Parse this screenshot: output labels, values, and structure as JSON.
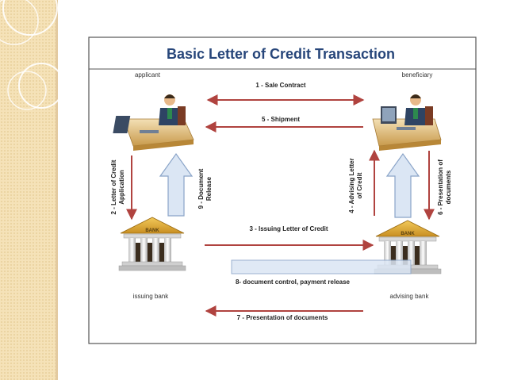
{
  "title": "Basic Letter of Credit Transaction",
  "parties": {
    "applicant": "applicant",
    "beneficiary": "beneficiary",
    "issuing_bank": "issuing bank",
    "advising_bank": "advising bank",
    "bank_sign": "BANK"
  },
  "steps": {
    "s1": "1 - Sale Contract",
    "s2a": "2 - Letter of Credit",
    "s2b": "Application",
    "s3": "3 - Issuing Letter of Credit",
    "s4a": "4 - Advising Letter",
    "s4b": "of Credit",
    "s5": "5 - Shipment",
    "s6a": "6 - Presentation of",
    "s6b": "documents",
    "s7": "7 - Presentation of documents",
    "s8": "8- document control, payment release",
    "s9a": "9 - Document",
    "s9b": "Release"
  },
  "colors": {
    "title": "#27467a",
    "arrow_red": "#b0433f",
    "arrow_blue_fill": "#dbe6f4",
    "arrow_blue_stroke": "#8aa4c8",
    "sidebar": "#f5e2b8",
    "bank_roof": "#d9a63a"
  }
}
